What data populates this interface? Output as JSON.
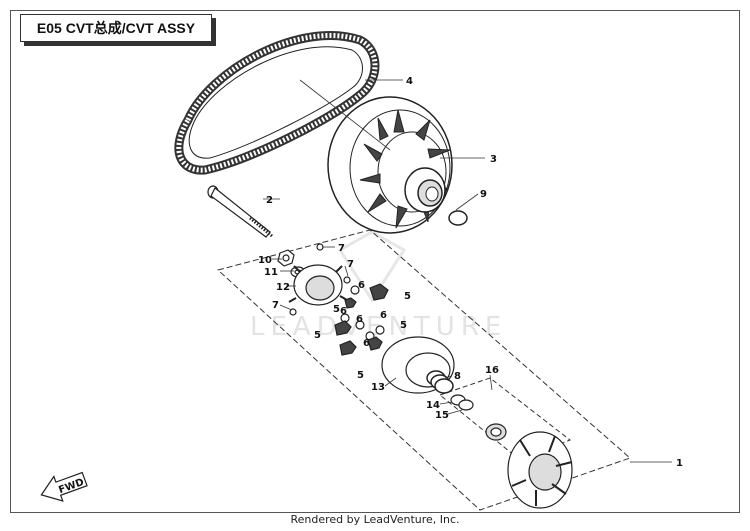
{
  "title": "E05 CVT总成/CVT ASSY",
  "watermark": "LEADVENTURE",
  "fwd_label": "FWD",
  "footer": "Rendered by LeadVenture, Inc.",
  "callouts": {
    "c1": "1",
    "c2": "2",
    "c3": "3",
    "c4": "4",
    "c5a": "5",
    "c5b": "5",
    "c5c": "5",
    "c5d": "5",
    "c5e": "5",
    "c6a": "6",
    "c6b": "6",
    "c6c": "6",
    "c6d": "6",
    "c6e": "6",
    "c7a": "7",
    "c7b": "7",
    "c7c": "7",
    "c8": "8",
    "c9": "9",
    "c10": "10",
    "c11": "11",
    "c12": "12",
    "c13": "13",
    "c14": "14",
    "c15": "15",
    "c16": "16"
  },
  "colors": {
    "line": "#222222",
    "frame": "#555555",
    "watermark": "#e3e3e3"
  }
}
